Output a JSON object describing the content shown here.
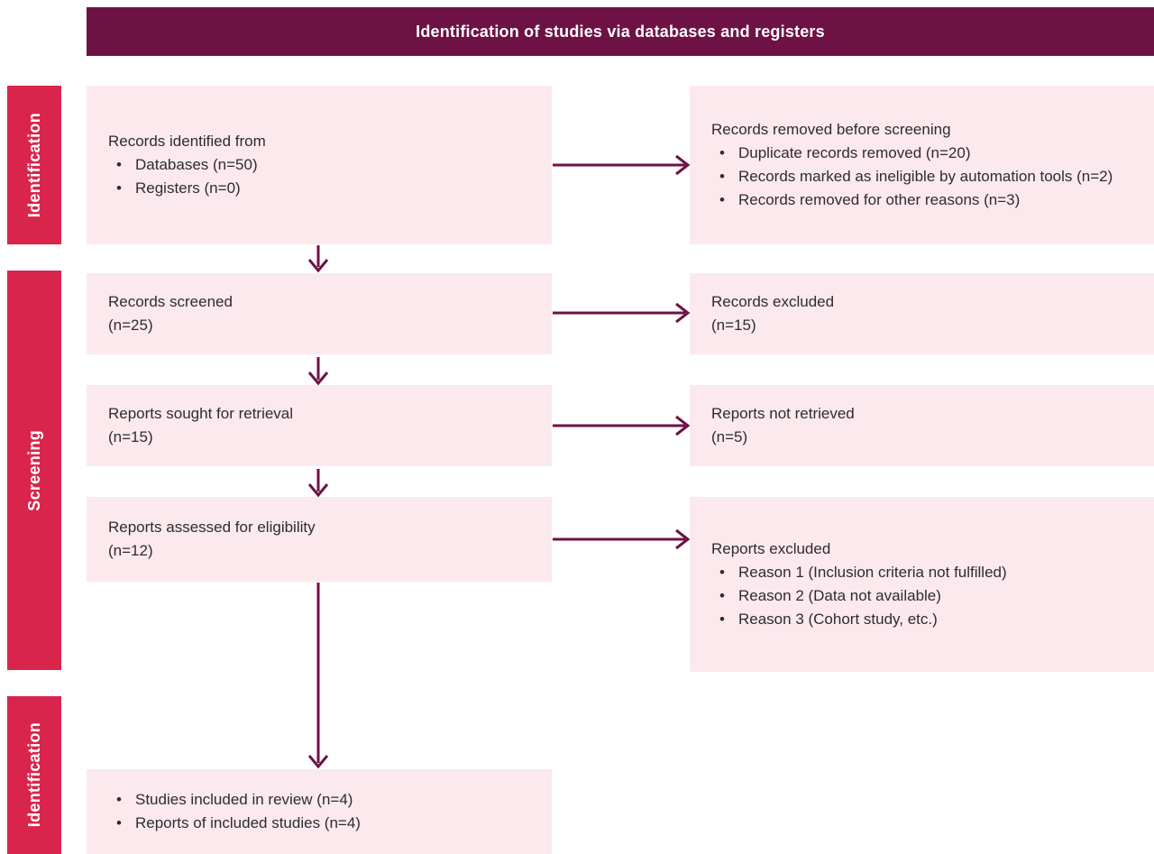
{
  "title": "Identification of studies via databases and registers",
  "colors": {
    "header_bg": "#6E1245",
    "sidebar_bg": "#D9254C",
    "box_bg": "#FBE9EE",
    "arrow_color": "#6E1245",
    "text_color": "#2D2D2D"
  },
  "stages": [
    {
      "label": "Identification"
    },
    {
      "label": "Screening"
    },
    {
      "label": "Identification"
    }
  ],
  "left_boxes": [
    {
      "heading": "Records identified from",
      "bullets": [
        "Databases (n=50)",
        "Registers (n=0)"
      ]
    },
    {
      "heading": "Records screened",
      "subline": "(n=25)"
    },
    {
      "heading": "Reports sought for retrieval",
      "subline": "(n=15)"
    },
    {
      "heading": "Reports assessed for eligibility",
      "subline": "(n=12)"
    },
    {
      "bullets": [
        "Studies included in review (n=4)",
        "Reports of included studies (n=4)"
      ]
    }
  ],
  "right_boxes": [
    {
      "heading": "Records removed before screening",
      "bullets": [
        "Duplicate records removed (n=20)",
        "Records marked as ineligible by automation tools (n=2)",
        "Records removed for other reasons (n=3)"
      ]
    },
    {
      "heading": "Records excluded",
      "subline": "(n=15)"
    },
    {
      "heading": "Reports not retrieved",
      "subline": "(n=5)"
    },
    {
      "heading": "Reports excluded",
      "bullets": [
        "Reason 1 (Inclusion criteria not fulfilled)",
        "Reason 2 (Data not available)",
        "Reason 3 (Cohort study, etc.)"
      ]
    }
  ],
  "arrows": [
    {
      "name": "records-identified-to-records-removed",
      "direction": "right"
    },
    {
      "name": "records-identified-to-records-screened",
      "direction": "down"
    },
    {
      "name": "records-screened-to-records-excluded",
      "direction": "right"
    },
    {
      "name": "records-screened-to-reports-sought",
      "direction": "down"
    },
    {
      "name": "reports-sought-to-reports-not-retrieved",
      "direction": "right"
    },
    {
      "name": "reports-sought-to-reports-assessed",
      "direction": "down"
    },
    {
      "name": "reports-assessed-to-reports-excluded",
      "direction": "right"
    },
    {
      "name": "reports-assessed-to-studies-included",
      "direction": "down"
    }
  ]
}
